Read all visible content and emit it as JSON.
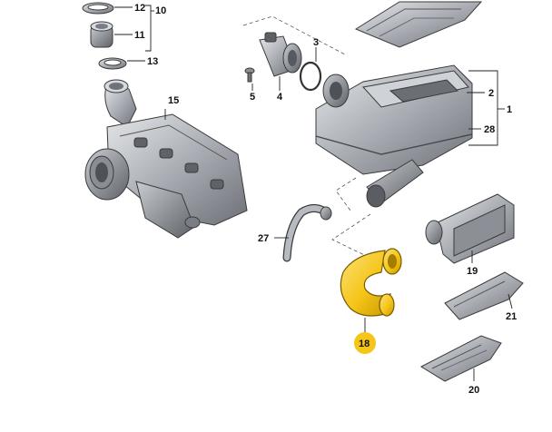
{
  "diagram": {
    "highlight_color": "#f5c518",
    "part_color": "#b8bcc2",
    "callouts": {
      "c1": "1",
      "c2": "2",
      "c3": "3",
      "c5": "5",
      "c4": "4",
      "c10": "10",
      "c11": "11",
      "c12": "12",
      "c13": "13",
      "c15": "15",
      "c18": "18",
      "c19": "19",
      "c20": "20",
      "c21": "21",
      "c27": "27",
      "c28": "28"
    }
  }
}
